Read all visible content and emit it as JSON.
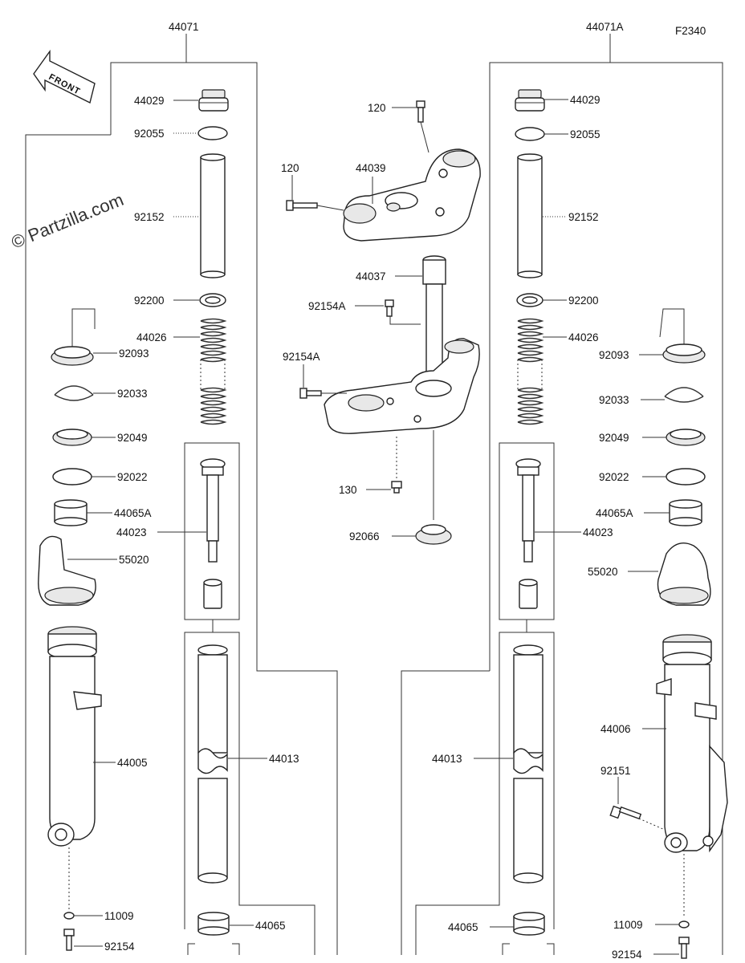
{
  "figure_code": "F2340",
  "watermark": "© Partzilla.com",
  "front_arrow": "FRONT",
  "assemblies": {
    "left": "44071",
    "right": "44071A"
  },
  "left_parts": {
    "cap": "44029",
    "oring": "92055",
    "pipe": "92152",
    "washer": "92200",
    "spring": "44026",
    "seal": "92093",
    "clip": "92033",
    "dust_seal": "92049",
    "washer2": "92022",
    "bushing": "44065A",
    "guard": "55020",
    "cylinder": "44023",
    "outer_tube": "44005",
    "gasket": "11009",
    "bolt": "92154",
    "inner_tube": "44013",
    "bushing_low": "44065"
  },
  "right_parts": {
    "cap": "44029",
    "oring": "92055",
    "pipe": "92152",
    "washer": "92200",
    "spring": "44026",
    "seal": "92093",
    "clip": "92033",
    "dust_seal": "92049",
    "washer2": "92022",
    "bushing": "44065A",
    "cylinder": "44023",
    "guard": "55020",
    "outer_tube": "44006",
    "bolt_caliper": "92151",
    "inner_tube": "44013",
    "bushing_low": "44065",
    "gasket": "11009",
    "bolt": "92154"
  },
  "center_parts": {
    "bolt_top": "120",
    "bolt_side": "120",
    "upper_bracket": "44039",
    "stem": "44037",
    "bolt_a1": "92154A",
    "bolt_a2": "92154A",
    "bolt_low": "130",
    "stem_seal": "92066"
  }
}
